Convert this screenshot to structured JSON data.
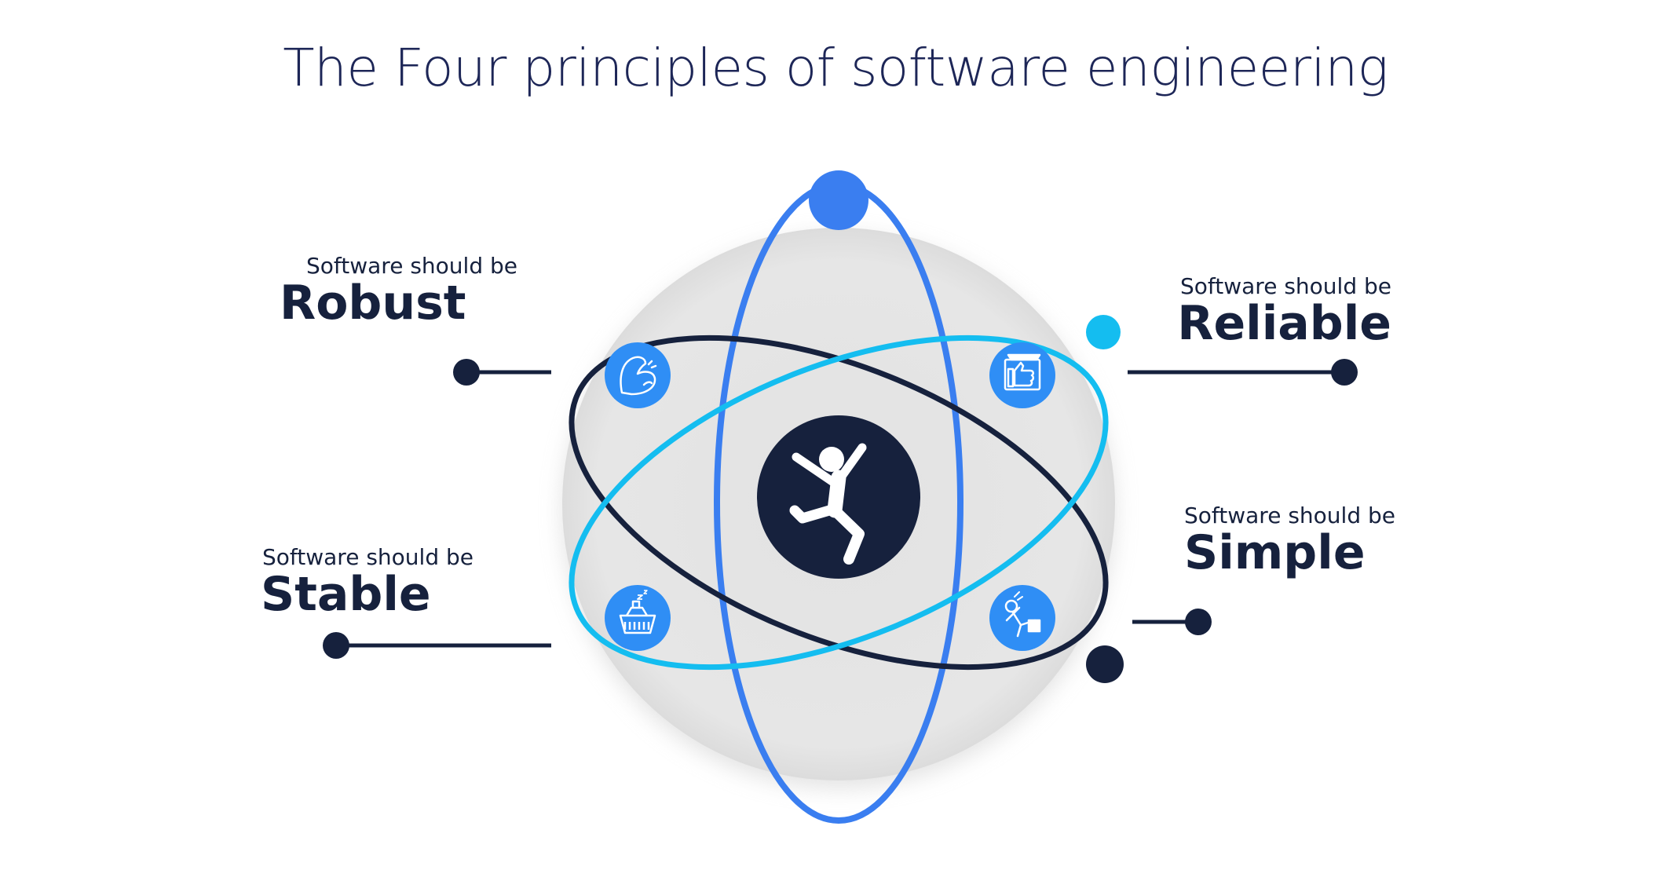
{
  "title": "The Four principles of software engineering",
  "principles": [
    {
      "key": "robust",
      "prefix": "Software should be",
      "word": "Robust",
      "icon": "flexed-arm-icon"
    },
    {
      "key": "reliable",
      "prefix": "Software should be",
      "word": "Reliable",
      "icon": "thumbs-up-icon"
    },
    {
      "key": "stable",
      "prefix": "Software should be",
      "word": "Stable",
      "icon": "ship-sleeping-icon"
    },
    {
      "key": "simple",
      "prefix": "Software should be",
      "word": "Simple",
      "icon": "relaxing-person-icon"
    }
  ],
  "center_icon": "jumping-person-icon",
  "colors": {
    "navy": "#16213d",
    "blue": "#3a7ef0",
    "cyan": "#14bdf0",
    "icon_bg": "#2f8ef5",
    "disc": "#e6e6e6"
  }
}
